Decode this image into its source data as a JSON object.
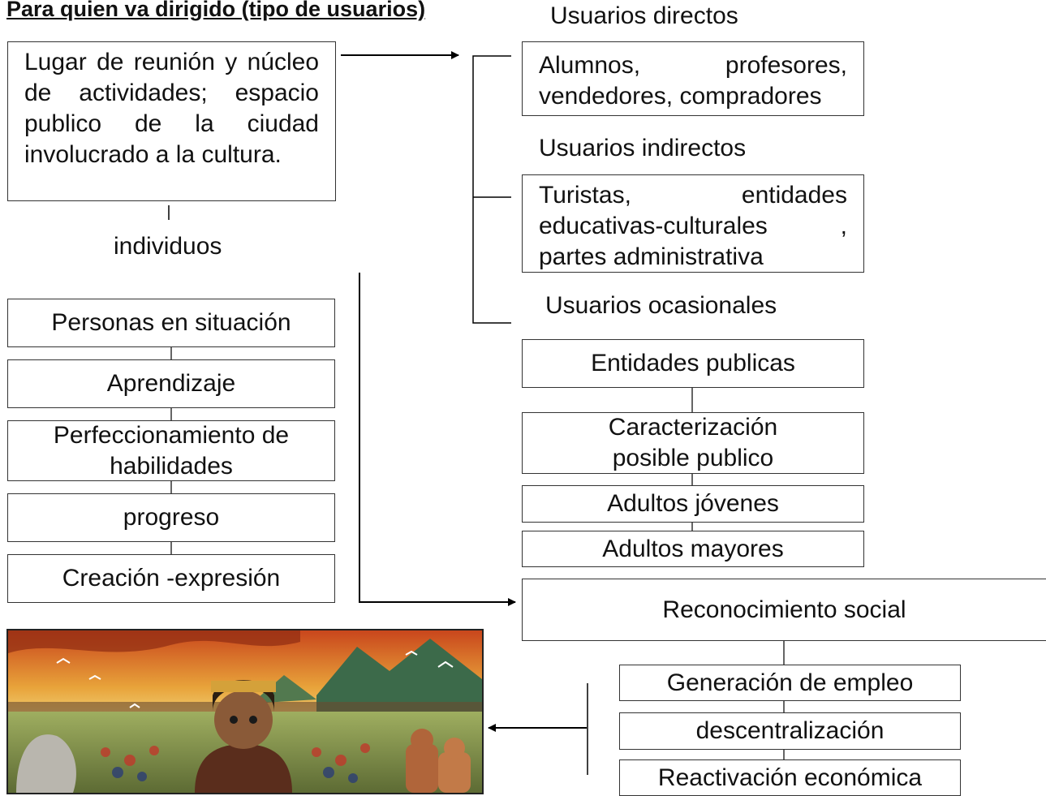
{
  "title": "Para quien va dirigido (tipo de usuarios)",
  "left": {
    "description": "Lugar de reunión y núcleo de actividades; espacio publico de la ciudad involucrado a la cultura.",
    "individuos_label": "individuos",
    "chain": [
      "Personas en situación",
      "Aprendizaje",
      "Perfeccionamiento de habilidades",
      "progreso",
      "Creación -expresión"
    ]
  },
  "users": {
    "direct_label": "Usuarios directos",
    "direct_box": "Alumnos, profesores, vendedores, compradores",
    "indirect_label": "Usuarios indirectos",
    "indirect_box": "Turistas, entidades educativas-culturales , partes administrativa",
    "occasional_label": "Usuarios ocasionales",
    "occasional_chain": [
      "Entidades publicas",
      "Caracterización posible publico",
      "Adultos jóvenes",
      "Adultos mayores"
    ]
  },
  "recognition": {
    "box": "Reconocimiento social",
    "chain": [
      "Generación de empleo",
      "descentralización",
      "Reactivación económica"
    ]
  },
  "colors": {
    "line": "#000000",
    "border": "#333333"
  }
}
